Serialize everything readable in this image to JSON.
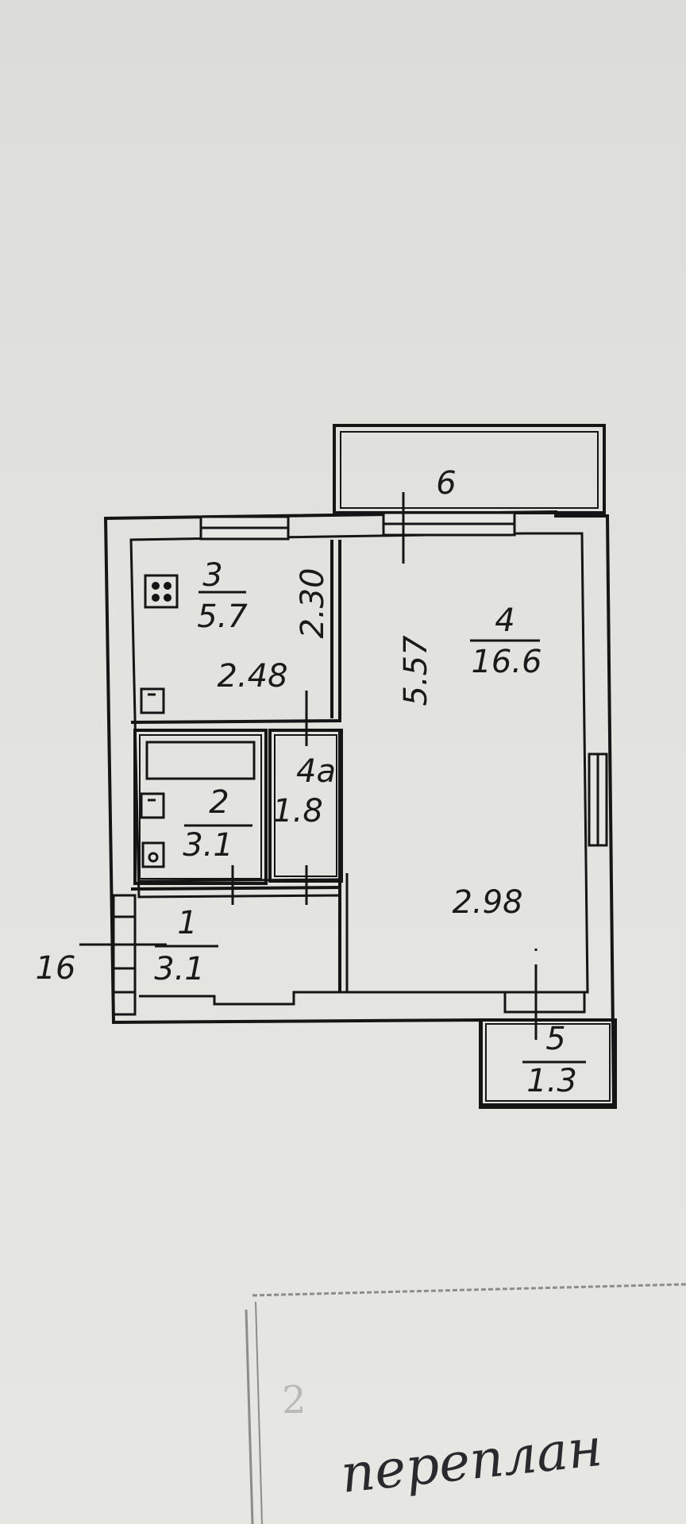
{
  "plan": {
    "rooms": [
      {
        "number": "1",
        "area": "3.1"
      },
      {
        "number": "2",
        "area": "3.1"
      },
      {
        "number": "3",
        "area": "5.7"
      },
      {
        "number": "4",
        "area": "16.6"
      },
      {
        "number": "4a",
        "area": "1.8"
      },
      {
        "number": "5",
        "area": "1.3"
      },
      {
        "number": "6",
        "area": ""
      }
    ],
    "dimensions": [
      "2.30",
      "2.48",
      "5.57",
      "2.98"
    ],
    "marker": "16",
    "room_4a_label": "4а"
  },
  "stamp": {
    "faint_text": "2"
  },
  "handwriting": {
    "line1": "переплан"
  }
}
